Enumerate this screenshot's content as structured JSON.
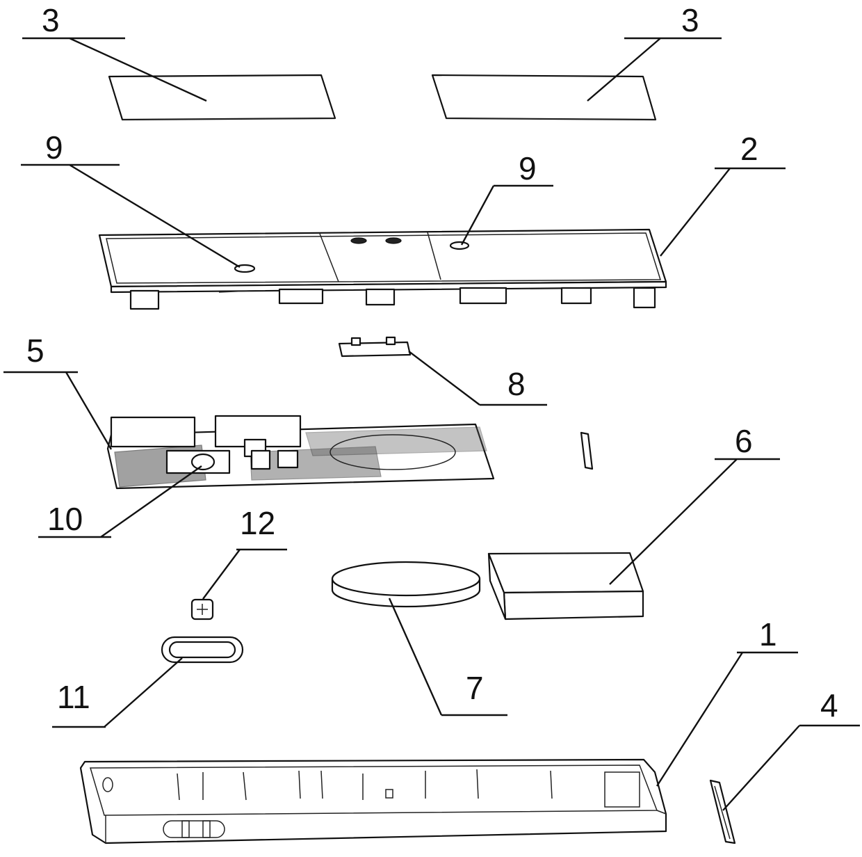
{
  "diagram": {
    "labels": {
      "l3a": "3",
      "l3b": "3",
      "l9a": "9",
      "l9b": "9",
      "l2": "2",
      "l5": "5",
      "l8": "8",
      "l6": "6",
      "l10": "10",
      "l12": "12",
      "l7": "7",
      "l1": "1",
      "l11": "11",
      "l4": "4"
    },
    "colors": {
      "line": "#111111",
      "background": "#ffffff"
    }
  }
}
